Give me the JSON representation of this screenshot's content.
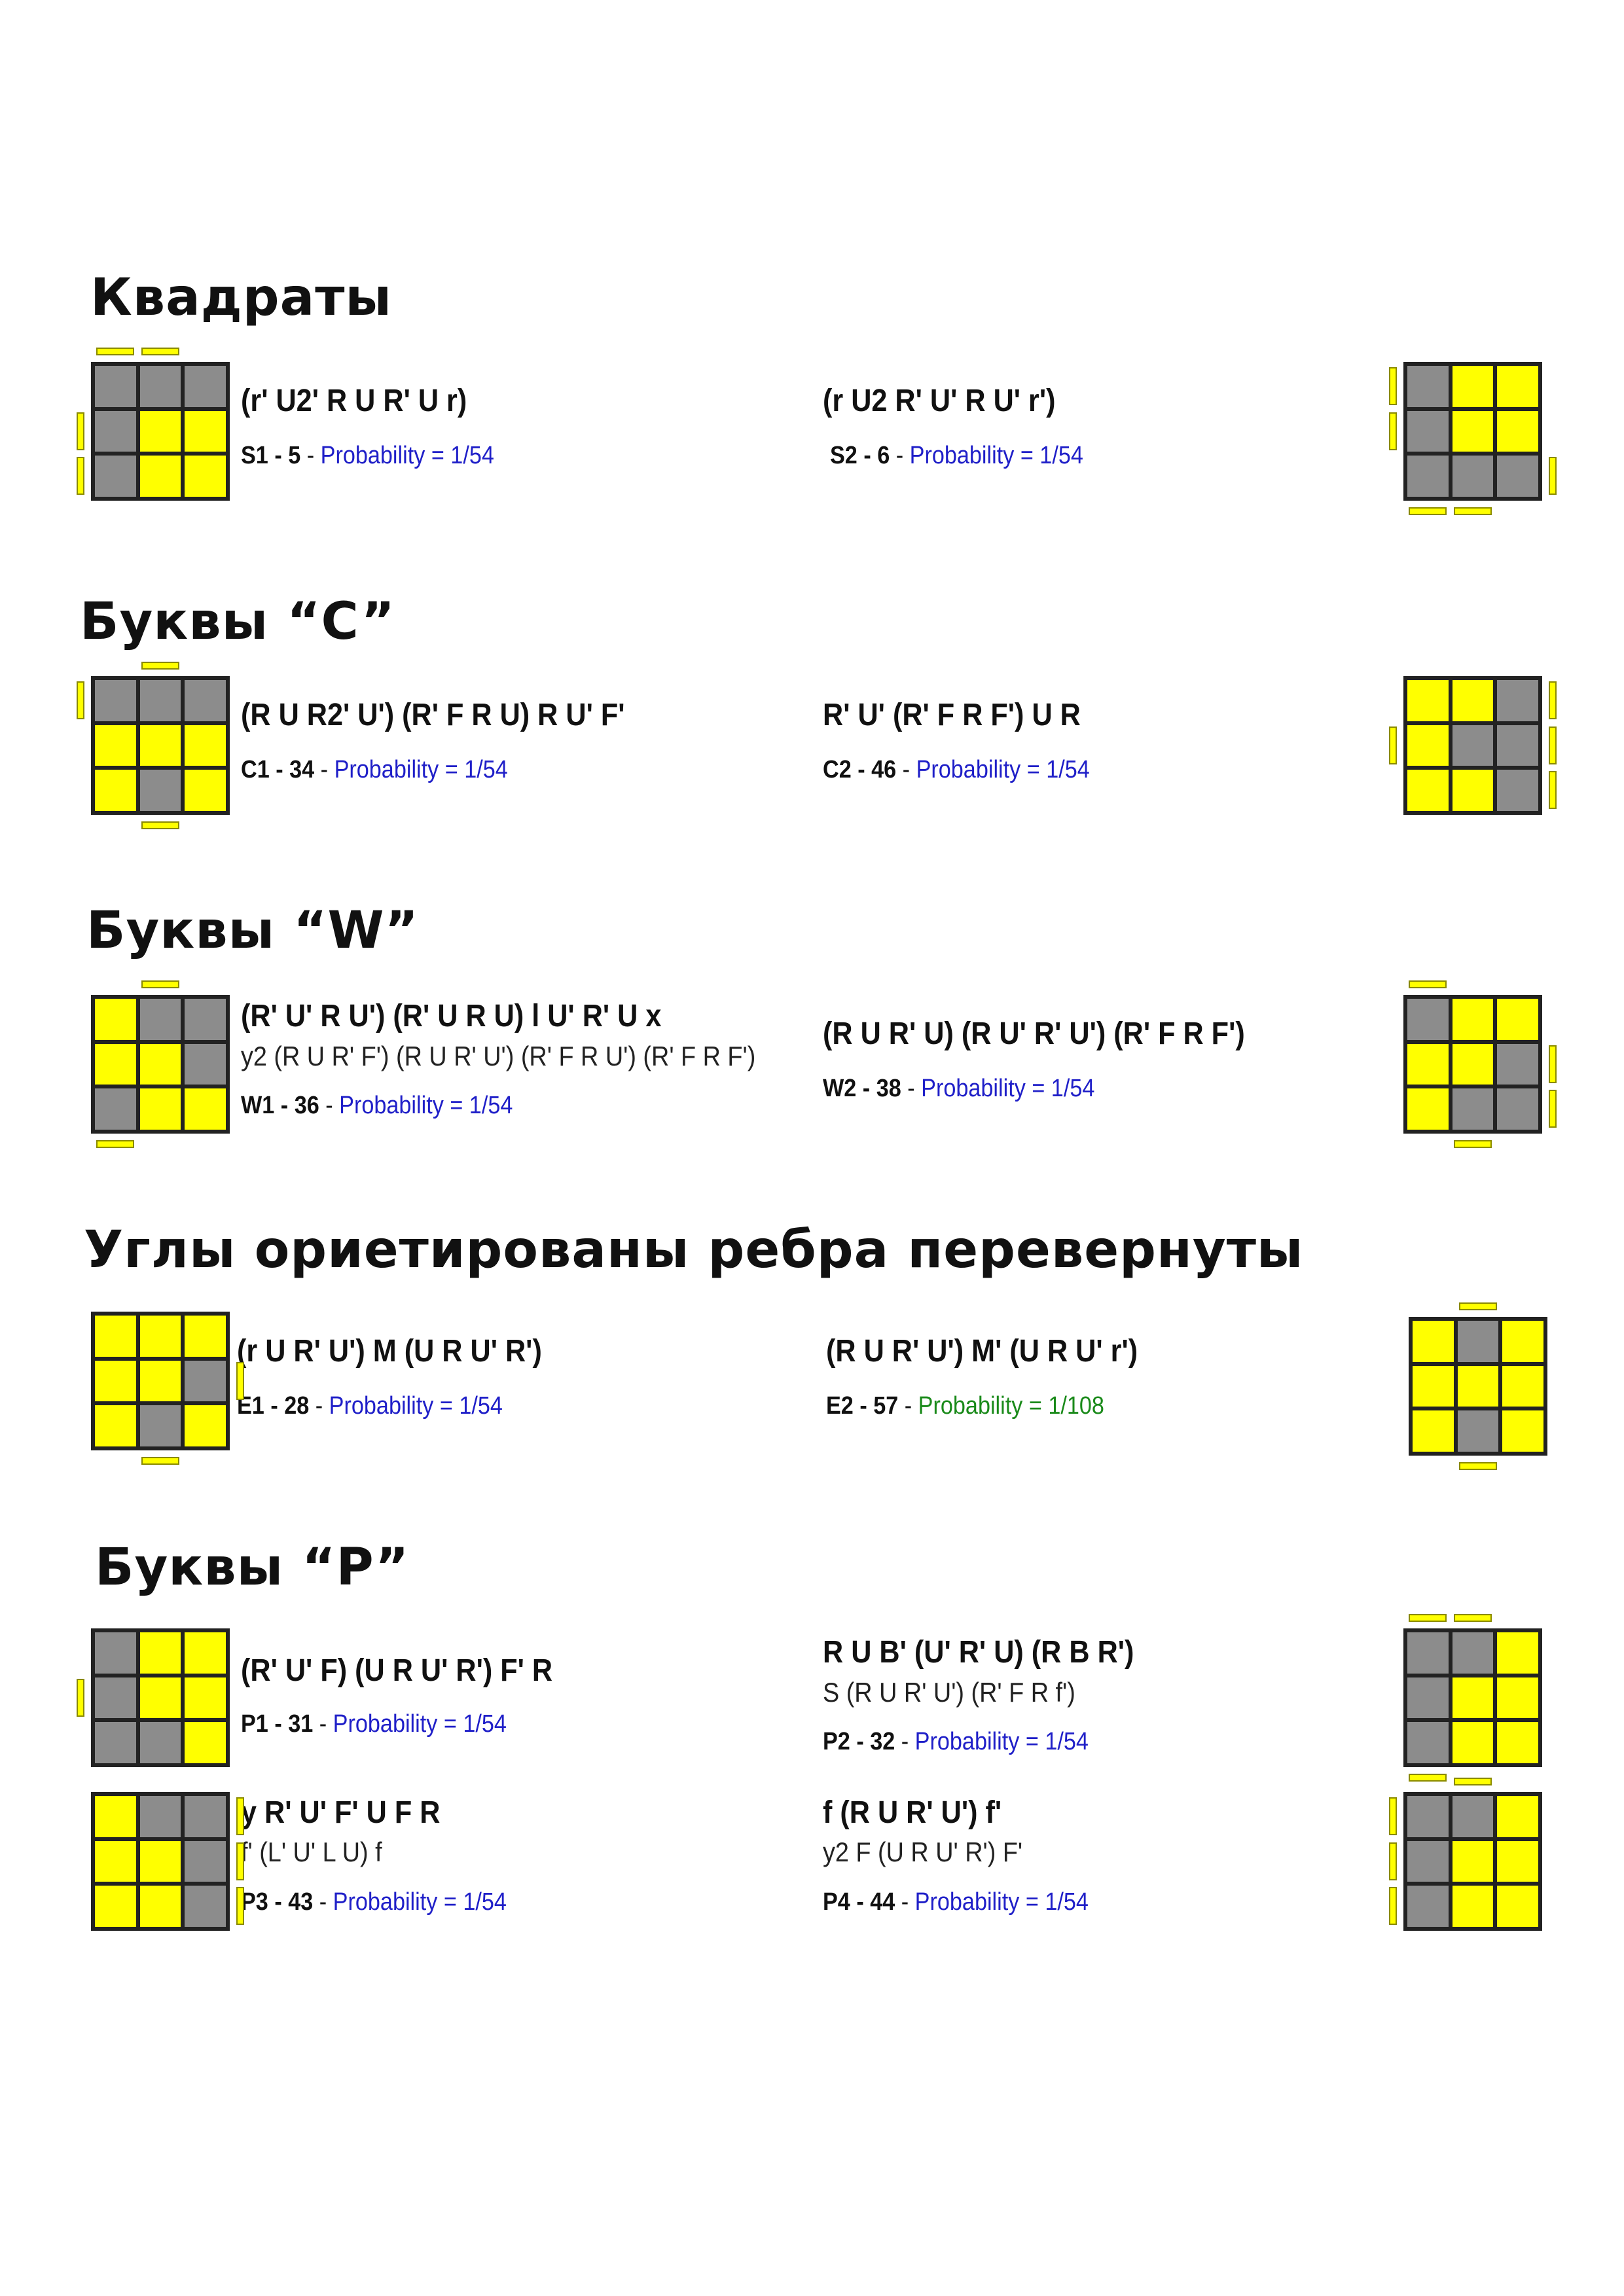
{
  "sections": {
    "squares": "Квадраты",
    "c": "Буквы “C”",
    "w": "Буквы “W”",
    "e": "Углы ориетированы ребра перевернуты",
    "p": "Буквы “P”"
  },
  "cases": {
    "s1": {
      "alg": "(r' U2' R U R' U r)",
      "id": "S1 - 5",
      "sep": " - ",
      "prob": "Probability = 1/54"
    },
    "s2": {
      "alg": "(r U2 R' U' R U' r')",
      "id": "S2 - 6",
      "sep": " - ",
      "prob": "Probability = 1/54"
    },
    "c1": {
      "alg": "(R U R2' U') (R' F R U) R U' F'",
      "id": "C1 - 34",
      "sep": " - ",
      "prob": "Probability = 1/54"
    },
    "c2": {
      "alg": "R' U' (R' F R F') U R",
      "id": "C2 - 46",
      "sep": " - ",
      "prob": "Probability = 1/54"
    },
    "w1": {
      "alg": "(R' U' R U') (R' U R U) l U' R' U x",
      "alt": "y2 (R U R' F') (R U R' U') (R' F R U') (R' F R F')",
      "id": "W1 - 36",
      "sep": " - ",
      "prob": "Probability = 1/54"
    },
    "w2": {
      "alg": "(R U R' U) (R U' R' U') (R' F R F')",
      "id": "W2 - 38",
      "sep": " - ",
      "prob": "Probability = 1/54"
    },
    "e1": {
      "alg": "(r U R' U') M (U R U' R')",
      "id": "E1 - 28",
      "sep": " - ",
      "prob": "Probability = 1/54"
    },
    "e2": {
      "alg": "(R U R' U') M' (U R U' r')",
      "id": "E2 - 57",
      "sep": " - ",
      "prob": "Probability = 1/108"
    },
    "p1": {
      "alg": "(R' U' F) (U R U' R') F' R",
      "id": "P1 - 31",
      "sep": " - ",
      "prob": "Probability = 1/54"
    },
    "p2": {
      "alg": "R U B' (U' R' U) (R B R')",
      "alt": "S (R U R' U') (R' F R f')",
      "id": "P2 - 32",
      "sep": " - ",
      "prob": "Probability = 1/54"
    },
    "p3": {
      "alg": "y R' U' F' U F R",
      "alt": "f' (L' U' L U) f",
      "id": "P3 - 43",
      "sep": " - ",
      "prob": "Probability = 1/54"
    },
    "p4": {
      "alg": "f (R U R' U') f'",
      "alt": "y2 F (U R U' R') F'",
      "id": "P4 - 44",
      "sep": " - ",
      "prob": "Probability = 1/54"
    }
  },
  "colors": {
    "yellow": "#ffff00",
    "grey": "#8c8c8c",
    "probability": "#1f1fc8",
    "probability_rare": "#1a8a1a"
  },
  "diagrams": {
    "s1": {
      "grid": [
        "GGG",
        "GYY",
        "GYY"
      ],
      "top": [
        0,
        1
      ],
      "left": [
        1,
        2
      ]
    },
    "s2": {
      "grid": [
        "GYY",
        "GYY",
        "GGG"
      ],
      "left": [
        0,
        1
      ],
      "right": [
        2
      ],
      "bottom": [
        0,
        1
      ]
    },
    "c1": {
      "grid": [
        "GGG",
        "YYY",
        "YGY"
      ],
      "top": [
        1
      ],
      "left": [
        0
      ],
      "bottom": [
        1
      ]
    },
    "c2": {
      "grid": [
        "YYG",
        "YGG",
        "YYG"
      ],
      "left": [
        1
      ],
      "right": [
        0,
        1,
        2
      ]
    },
    "w1": {
      "grid": [
        "YGG",
        "YYG",
        "GYY"
      ],
      "top": [
        1
      ],
      "bottom": [
        0
      ]
    },
    "w2": {
      "grid": [
        "GYY",
        "YYG",
        "YGG"
      ],
      "top": [
        0
      ],
      "right": [
        1,
        2
      ],
      "bottom": [
        1
      ]
    },
    "e1": {
      "grid": [
        "YYY",
        "YYG",
        "YGY"
      ],
      "right": [
        1
      ],
      "bottom": [
        1
      ]
    },
    "e2": {
      "grid": [
        "YGY",
        "YYY",
        "YGY"
      ],
      "top": [
        1
      ],
      "bottom": [
        1
      ]
    },
    "p1": {
      "grid": [
        "GYY",
        "GYY",
        "GGY"
      ],
      "left": [
        1
      ]
    },
    "p2": {
      "grid": [
        "GGY",
        "GYY",
        "GYY"
      ],
      "top": [
        0,
        1
      ],
      "bottom": [
        0
      ]
    },
    "p3": {
      "grid": [
        "YGG",
        "YYG",
        "YYG"
      ],
      "right": [
        0,
        1,
        2
      ]
    },
    "p4": {
      "grid": [
        "GGY",
        "GYY",
        "GYY"
      ],
      "left": [
        0,
        1,
        2
      ],
      "top": [
        1
      ]
    }
  }
}
